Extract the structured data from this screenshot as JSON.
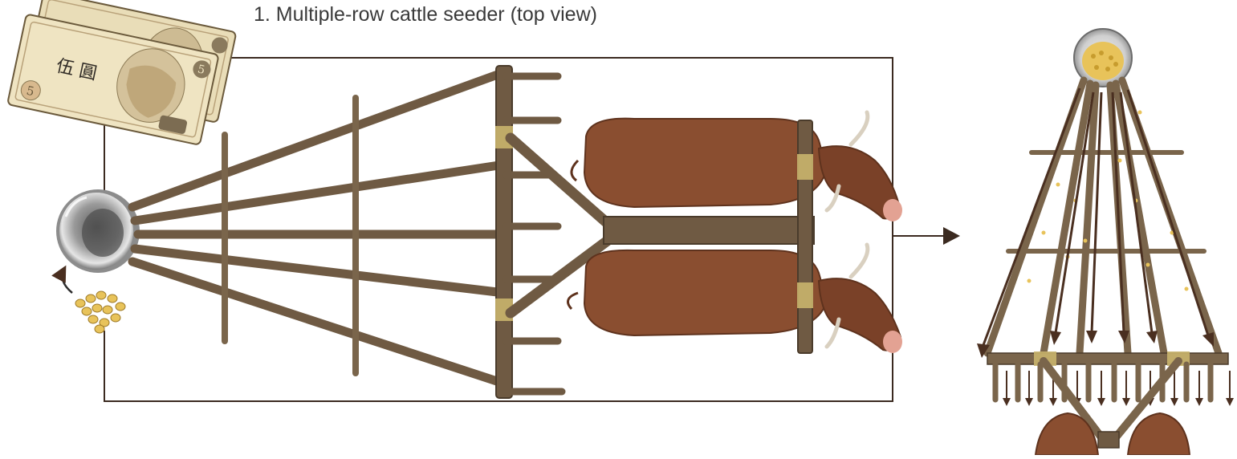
{
  "figure": {
    "title": "1. Multiple-row cattle seeder (top view)",
    "banknote": {
      "denomination": "5",
      "characters": "伍 圓",
      "corner_label": "5"
    },
    "colors": {
      "wood": "#6f5a43",
      "wood_dark": "#4a3b2b",
      "cattle": "#8a4e30",
      "cattle_dark": "#5e321d",
      "arrow": "#4a2f20",
      "outline": "#3b2a20",
      "seed": "#e8c35a",
      "banknote": "#e9ddb8"
    },
    "icons": [
      "banknote-icon",
      "seed-hopper-icon",
      "seed-pile-icon",
      "cattle-icon",
      "arrow-icon"
    ]
  }
}
